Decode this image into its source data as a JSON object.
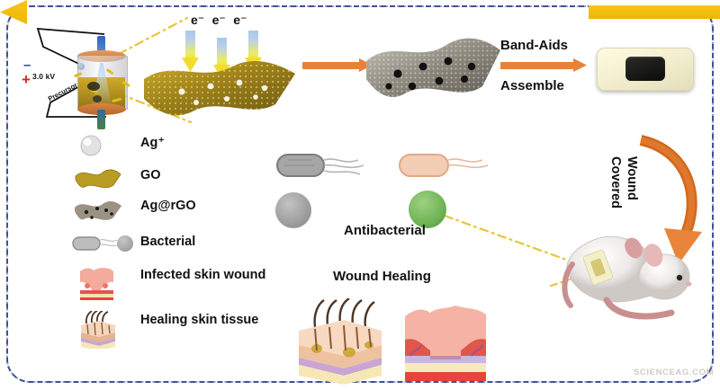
{
  "figure": {
    "type": "scientific-schematic",
    "title_visible": false,
    "border_color": "#2b3f8c",
    "watermark": "SCIENCEAG.COM"
  },
  "apparatus": {
    "voltage_label": "3.0 kV",
    "negative_symbol": "–",
    "positive_symbol": "+",
    "precursor_label": "Precursor",
    "icon_names": [
      "syringe-drum",
      "needle",
      "spray-jet"
    ]
  },
  "reduction_step": {
    "electron_labels": [
      "e⁻",
      "e⁻",
      "e⁻"
    ],
    "arrow_color_top": "#a9c6ea",
    "arrow_color_bottom": "#f1dd2e"
  },
  "process_arrows": {
    "orange_color": "#e8813a",
    "yellow_color": "#f0bd10",
    "assemble_top": "Band-Aids",
    "assemble_bottom": "Assemble",
    "covered": "Covered",
    "wound": "Wound",
    "antibacterial": "Antibacterial",
    "wound_healing": "Wound Healing"
  },
  "legend": {
    "items": [
      {
        "label": "Ag⁺",
        "icon": "silver-ion-sphere",
        "color": "#dcdcdc"
      },
      {
        "label": "GO",
        "icon": "graphene-oxide-sheet",
        "color": "#b89a22"
      },
      {
        "label": "Ag@rGO",
        "icon": "silver-reduced-graphene-oxide-sheet",
        "color": "#8c8070"
      },
      {
        "label": "Bacterial",
        "icon": "bacterium-and-colony",
        "color": "#9a9a9a"
      },
      {
        "label": "Infected skin wound",
        "icon": "infected-skin-wound-cross-section",
        "color": "#e8907f"
      },
      {
        "label": "Healing skin tissue",
        "icon": "healing-skin-tissue-block",
        "color": "#e0a878"
      }
    ]
  },
  "specimens": {
    "bacteria_live_color": "#9c9c9c",
    "bacteria_dead_color": "#f0c3a8",
    "colony_untreated_color": "#a8a8a8",
    "colony_treated_color": "#6fb455",
    "mouse_label": "mouse-with-bandaid",
    "tissue_left": "healing-skin-tissue",
    "tissue_right": "infected-skin-wound"
  },
  "product": {
    "name": "band-aid-dressing",
    "base_color": "#f4efcf",
    "pad_color": "#121210"
  }
}
